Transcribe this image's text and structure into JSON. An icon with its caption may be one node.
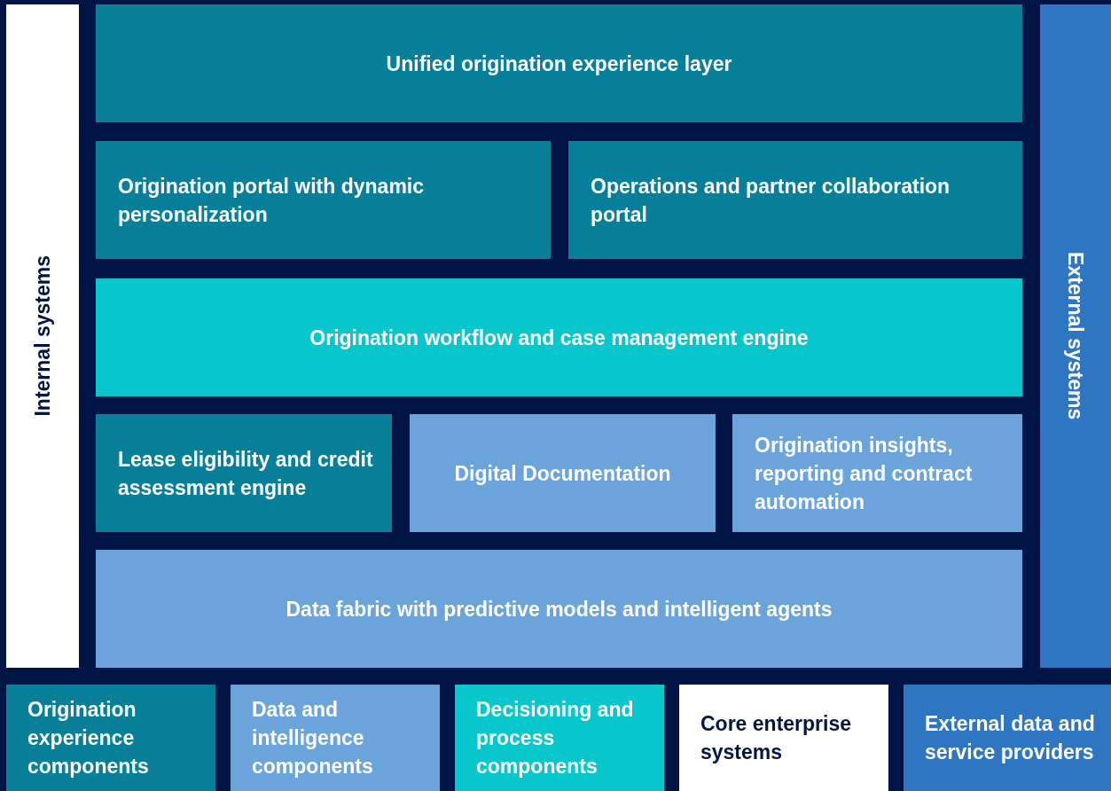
{
  "diagram": {
    "nodes": [
      {
        "text": [
          "Internal systems"
        ]
      },
      {
        "text": [
          "Unified origination experience layer"
        ]
      },
      {
        "text": [
          "Origination portal with dynamic personalization"
        ]
      },
      {
        "text": [
          "Operations and partner collaboration portal"
        ]
      },
      {
        "text": [
          "Origination workflow and case management engine"
        ]
      },
      {
        "text": [
          "Lease eligibility and credit assessment engine"
        ]
      },
      {
        "text": [
          "Digital Documentation"
        ]
      },
      {
        "text": [
          "Origination insights, reporting and contract automation"
        ]
      },
      {
        "text": [
          "Data fabric with predictive models and intelligent agents"
        ]
      },
      {
        "text": [
          "External systems"
        ]
      }
    ],
    "edges": [],
    "legend": [
      {
        "text": "Origination experience components",
        "color": "#077f99"
      },
      {
        "text": "Data and intelligence components",
        "color": "#6ba3db"
      },
      {
        "text": "Decisioning and process components",
        "color": "#07c7cc"
      },
      {
        "text": "Core enterprise systems",
        "color": "#ffffff"
      },
      {
        "text": "External data and service providers",
        "color": "#2e75c2"
      }
    ]
  }
}
